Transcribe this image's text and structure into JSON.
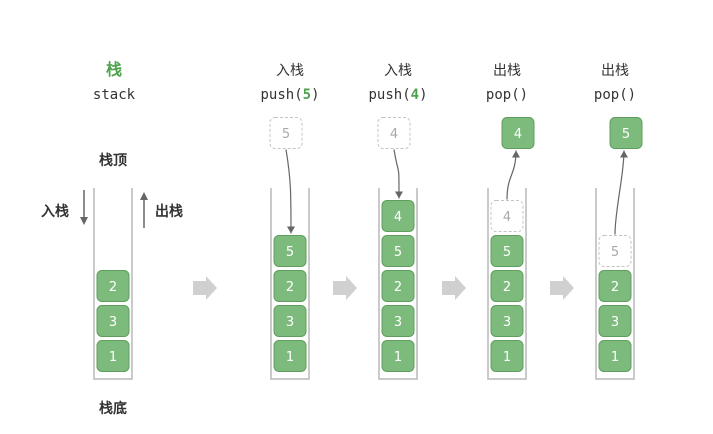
{
  "colors": {
    "item_fill": "#7dbb7c",
    "item_stroke": "#5f9e5e",
    "item_text": "#ffffff",
    "ghost_stroke": "#c4c4c4",
    "ghost_text": "#a9a9a9",
    "accent": "#4ea24e",
    "container_stroke": "#b9b9b9",
    "arrow": "#d0d0d0",
    "text": "#333333",
    "line": "#666666"
  },
  "legend": {
    "title": "栈",
    "subtitle": "stack",
    "top_label": "栈顶",
    "bottom_label": "栈底",
    "push_label": "入栈",
    "pop_label": "出栈",
    "items": [
      "2",
      "3",
      "1"
    ]
  },
  "steps": [
    {
      "op_title": "入栈",
      "call_prefix": "push(",
      "call_arg": "5",
      "call_suffix": ")",
      "floating": "5",
      "floating_style": "ghost",
      "slot": "",
      "items": [
        "5",
        "2",
        "3",
        "1"
      ],
      "direction": "push"
    },
    {
      "op_title": "入栈",
      "call_prefix": "push(",
      "call_arg": "4",
      "call_suffix": ")",
      "floating": "4",
      "floating_style": "ghost",
      "slot": "",
      "items": [
        "4",
        "5",
        "2",
        "3",
        "1"
      ],
      "direction": "push"
    },
    {
      "op_title": "出栈",
      "call_prefix": "pop(",
      "call_arg": "",
      "call_suffix": ")",
      "floating": "4",
      "floating_style": "solid",
      "slot": "4",
      "items": [
        "5",
        "2",
        "3",
        "1"
      ],
      "direction": "pop"
    },
    {
      "op_title": "出栈",
      "call_prefix": "pop(",
      "call_arg": "",
      "call_suffix": ")",
      "floating": "5",
      "floating_style": "solid",
      "slot": "5",
      "items": [
        "2",
        "3",
        "1"
      ],
      "direction": "pop"
    }
  ]
}
